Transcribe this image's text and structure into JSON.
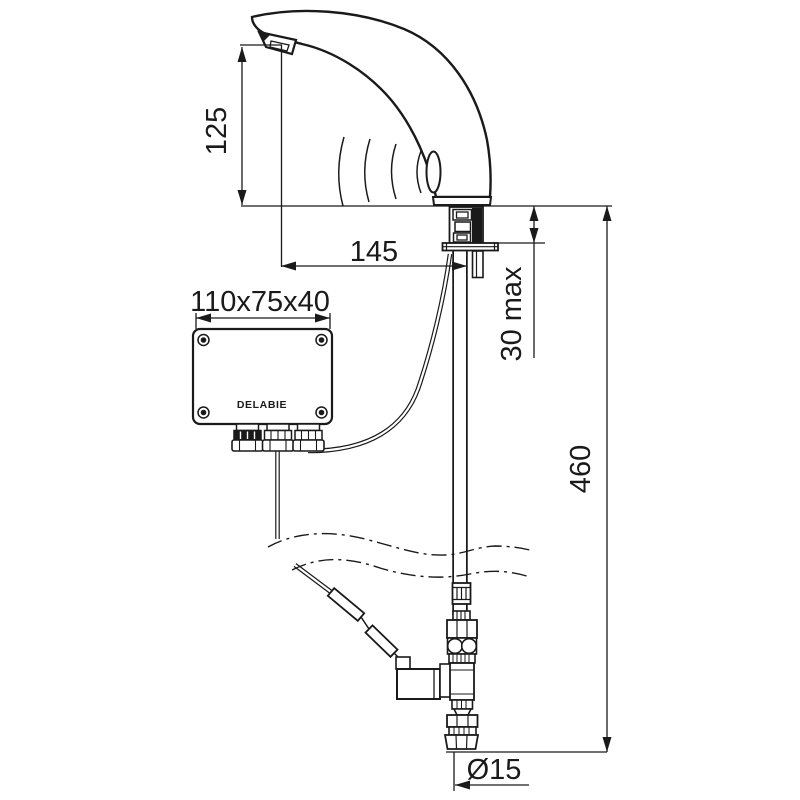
{
  "drawing": {
    "brand_label": "DELABIE",
    "dimensions": {
      "spout_height": "125",
      "spout_reach": "145",
      "control_box_size": "110x75x40",
      "deck_thickness_max": "30 max",
      "supply_height": "460",
      "pipe_diameter": "Ø15"
    },
    "colors": {
      "line": "#1a1a1a",
      "background": "#ffffff"
    }
  }
}
